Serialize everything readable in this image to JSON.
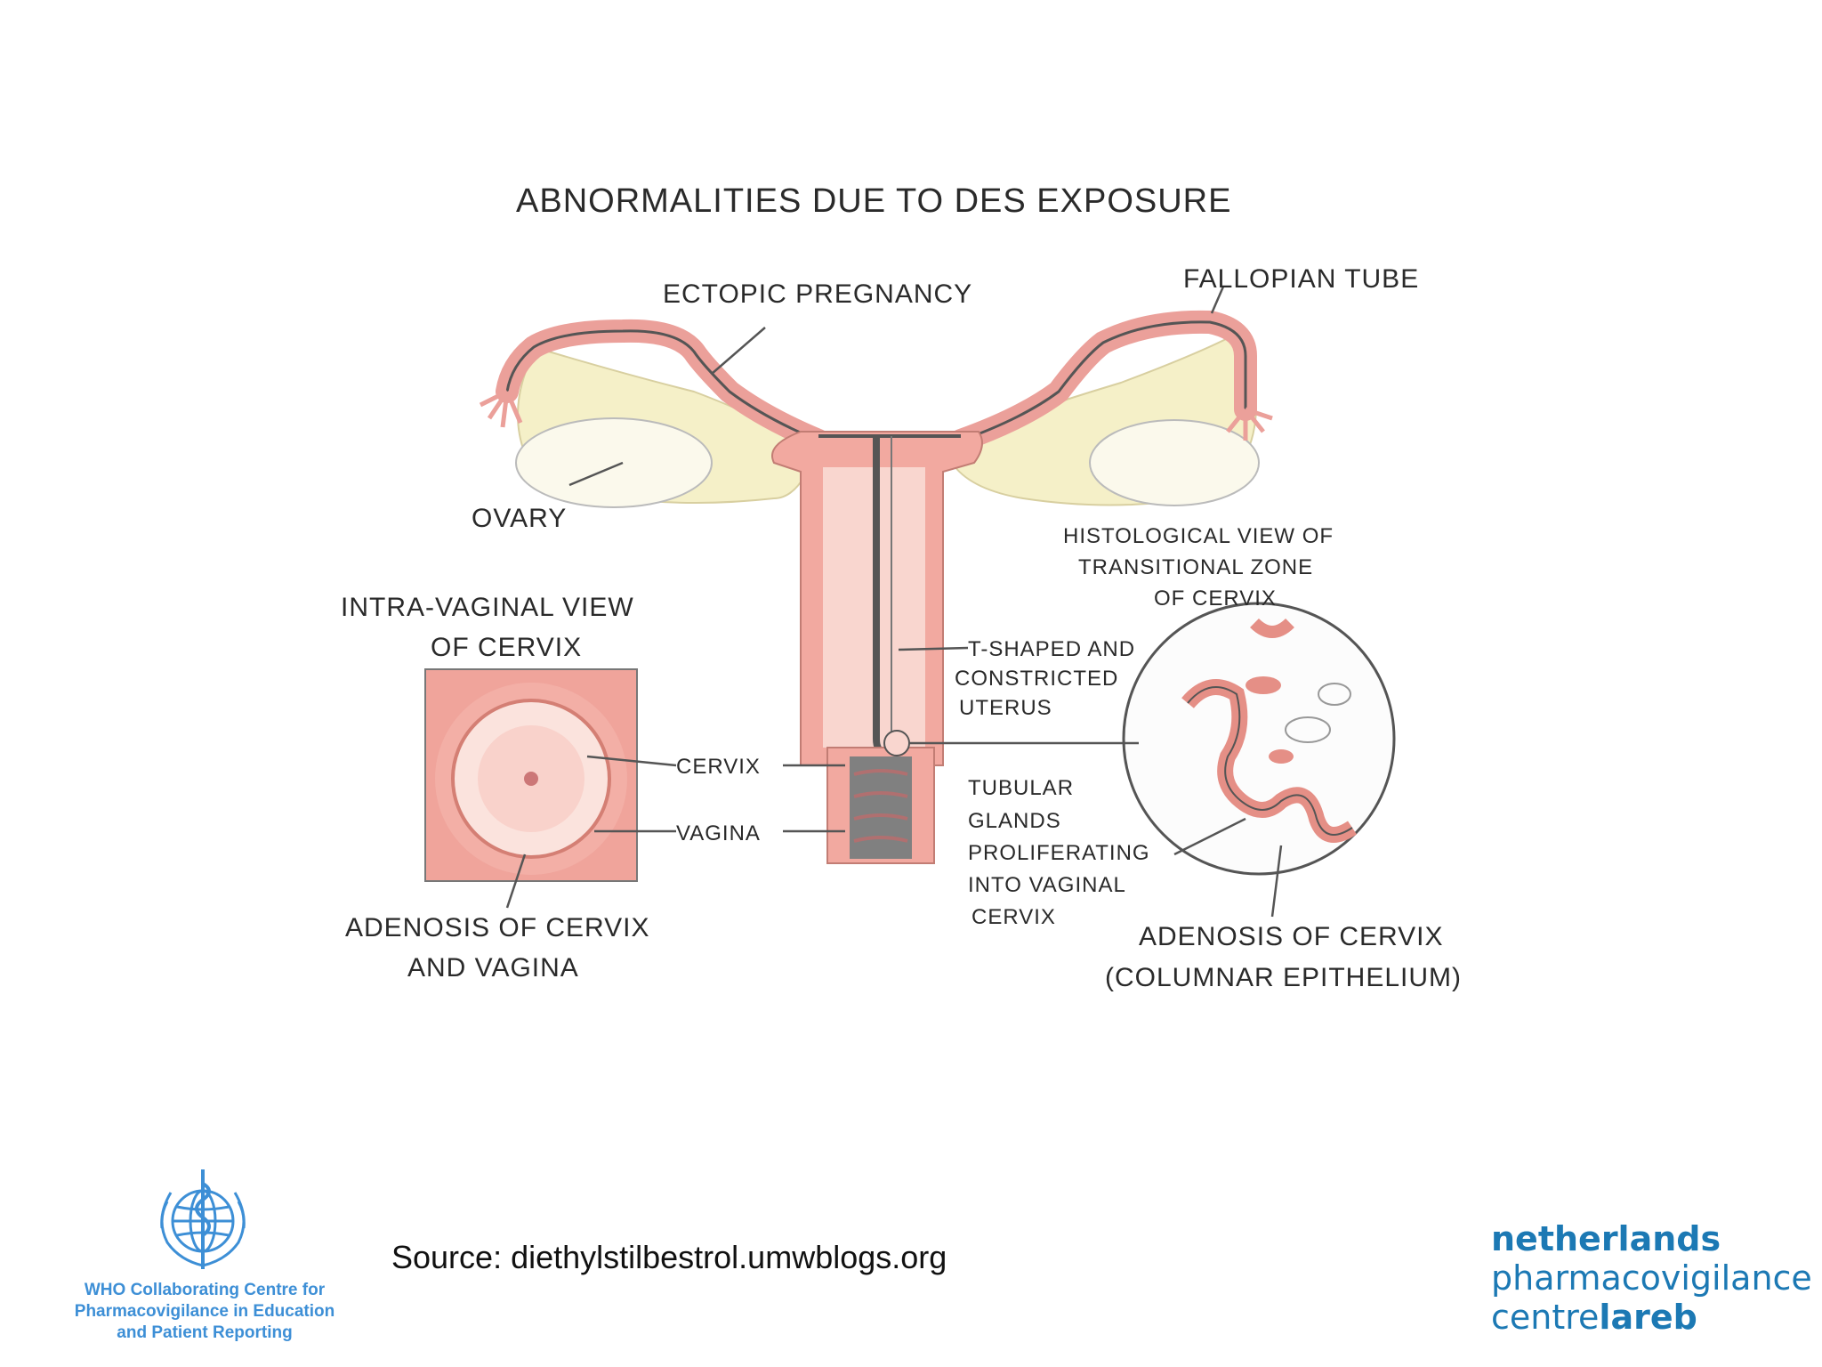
{
  "diagram": {
    "title": "ABNORMALITIES DUE TO DES EXPOSURE",
    "labels": {
      "ectopic_pregnancy": "ECTOPIC PREGNANCY",
      "fallopian_tube": "FALLOPIAN TUBE",
      "ovary": "OVARY",
      "histological_1": "HISTOLOGICAL VIEW OF",
      "histological_2": "TRANSITIONAL ZONE",
      "histological_3": "OF CERVIX",
      "intra_vaginal_1": "INTRA-VAGINAL VIEW",
      "intra_vaginal_2": "OF CERVIX",
      "t_shaped_1": "T-SHAPED AND",
      "t_shaped_2": "CONSTRICTED",
      "t_shaped_3": "UTERUS",
      "cervix": "CERVIX",
      "vagina": "VAGINA",
      "tubular_1": "TUBULAR",
      "tubular_2": "GLANDS",
      "tubular_3": "PROLIFERATING",
      "tubular_4": "INTO VAGINAL",
      "tubular_5": "CERVIX",
      "adenosis_left_1": "ADENOSIS OF CERVIX",
      "adenosis_left_2": "AND VAGINA",
      "adenosis_right_1": "ADENOSIS OF CERVIX",
      "adenosis_right_2": "(COLUMNAR EPITHELIUM)"
    }
  },
  "source": "Source: diethylstilbestrol.umwblogs.org",
  "who": {
    "line1": "WHO Collaborating Centre for",
    "line2": "Pharmacovigilance in Education",
    "line3": "and Patient Reporting"
  },
  "lareb": {
    "line1": "netherlands",
    "line2": "pharmacovigilance",
    "line3_a": "centre",
    "line3_b": "lareb"
  },
  "colors": {
    "tissue_pink": "#f2a9a0",
    "tissue_light": "#f9d6cf",
    "ovary_cream": "#f5f0c8",
    "brand_blue": "#1c79b4",
    "who_blue": "#3d8fd6"
  }
}
